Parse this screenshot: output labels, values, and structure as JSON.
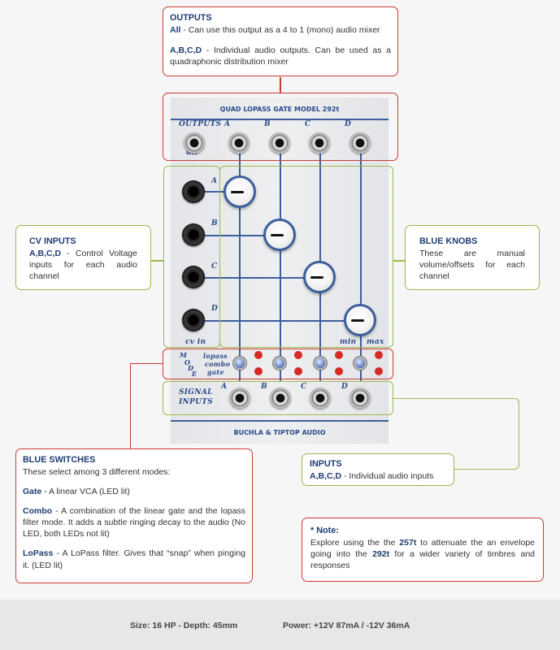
{
  "outputs_callout": {
    "title": "OUTPUTS",
    "line1_key": "All",
    "line1_text": " - Can use this output as a 4 to 1 (mono) audio mixer",
    "line2_key": "A,B,C,D",
    "line2_text": " - Individual audio outputs. Can be used as a quadraphonic distribution mixer"
  },
  "cv_callout": {
    "title": "CV INPUTS",
    "key": "A,B,C,D",
    "text": " - Control Voltage inputs for each audio channel"
  },
  "knobs_callout": {
    "title": "BLUE KNOBS",
    "text": "These are manual volume/offsets for each channel"
  },
  "switches_callout": {
    "title": "BLUE SWITCHES",
    "intro": "These select among 3 different modes:",
    "gate_key": "Gate",
    "gate_text": " - A linear VCA (LED lit)",
    "combo_key": "Combo",
    "combo_text": " - A combination of the linear gate and the lopass filter mode. It adds a subtle ringing decay to the audio (No LED, both LEDs not lit)",
    "lopass_key": "LoPass",
    "lopass_text": " - A LoPass filter. Gives that “snap” when pinging it. (LED lit)"
  },
  "inputs_callout": {
    "title": "INPUTS",
    "key": "A,B,C,D",
    "text": " - Individual audio inputs"
  },
  "note_callout": {
    "title": "* Note:",
    "t1": "Explore using the the ",
    "k1": "257t",
    "t2": " to attenuate the an envelope going into the ",
    "k2": "292t",
    "t3": " for a wider variety of timbres and responses"
  },
  "module": {
    "title": "QUAD LOPASS GATE MODEL 292t",
    "outputs_label": "OUTPUTS",
    "all_label": "all",
    "channels": [
      "A",
      "B",
      "C",
      "D"
    ],
    "cv_in_label": "cv in",
    "min_label": "min",
    "max_label": "max",
    "mode_letters": [
      "M",
      "O",
      "D",
      "E"
    ],
    "mode_options": [
      "lopass",
      "combo",
      "gate"
    ],
    "signal_label_1": "SIGNAL",
    "signal_label_2": "INPUTS",
    "brand": "BUCHLA & TIPTOP AUDIO"
  },
  "footer": {
    "size": "Size: 16 HP - Depth: 45mm",
    "power": "Power: +12V 87mA / -12V 36mA"
  }
}
